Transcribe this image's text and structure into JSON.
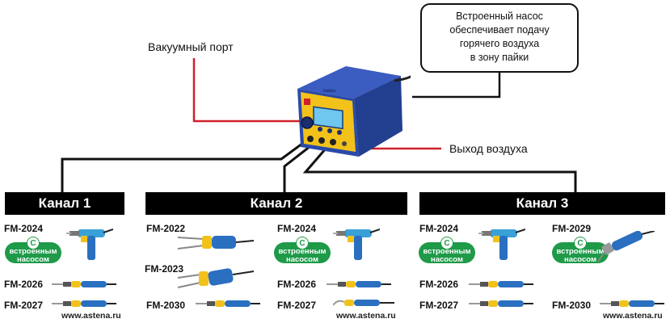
{
  "callout": {
    "lines": [
      "Встроенный насос",
      "обеспечивает подачу",
      "горячего воздуха",
      "в зону пайки"
    ]
  },
  "labels": {
    "vacuum_port": "Вакуумный порт",
    "air_outlet": "Выход воздуха"
  },
  "channels": [
    {
      "title": "Канал 1",
      "models": [
        "FM-2024",
        "FM-2026",
        "FM-2027"
      ],
      "website": "www.astena.ru"
    },
    {
      "title": "Канал 2",
      "models": [
        "FM-2022",
        "FM-2023",
        "FM-2030",
        "FM-2024",
        "FM-2026",
        "FM-2027"
      ],
      "website": "www.astena.ru"
    },
    {
      "title": "Канал 3",
      "models": [
        "FM-2024",
        "FM-2026",
        "FM-2027",
        "FM-2029",
        "FM-2030"
      ],
      "website": "www.astena.ru"
    }
  ],
  "badge": {
    "symbol": "С",
    "line1": "встроенным",
    "line2": "насосом"
  },
  "station": {
    "brand": "Hakko"
  },
  "colors": {
    "station_body": "#2a4aa8",
    "station_panel": "#f2c21b",
    "badge_green": "#1e9a48",
    "pointer_red": "#d0202a"
  }
}
